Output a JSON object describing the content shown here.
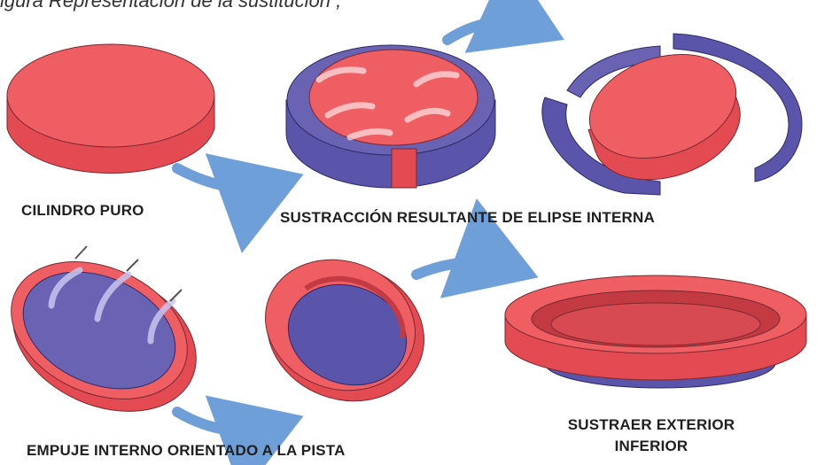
{
  "caption_fragment": "igura  Representación de la sustitución , ",
  "labels": {
    "step1": "CILINDRO PURO",
    "step2": "SUSTRACCIÓN RESULTANTE DE ELIPSE INTERNA",
    "step3": "EMPUJE INTERNO ORIENTADO A LA PISTA",
    "step4_line1": "SUSTRAER EXTERIOR",
    "step4_line2": "INFERIOR"
  },
  "colors": {
    "red_top": "#ee5e63",
    "red_side": "#e34a52",
    "blue_top": "#6a63b4",
    "blue_side": "#5a55aa",
    "arrow": "#6f9fd8",
    "outline": "#7a2a30"
  },
  "icons": [
    "curved-arrow-icon",
    "swirl-arrow-icon"
  ]
}
